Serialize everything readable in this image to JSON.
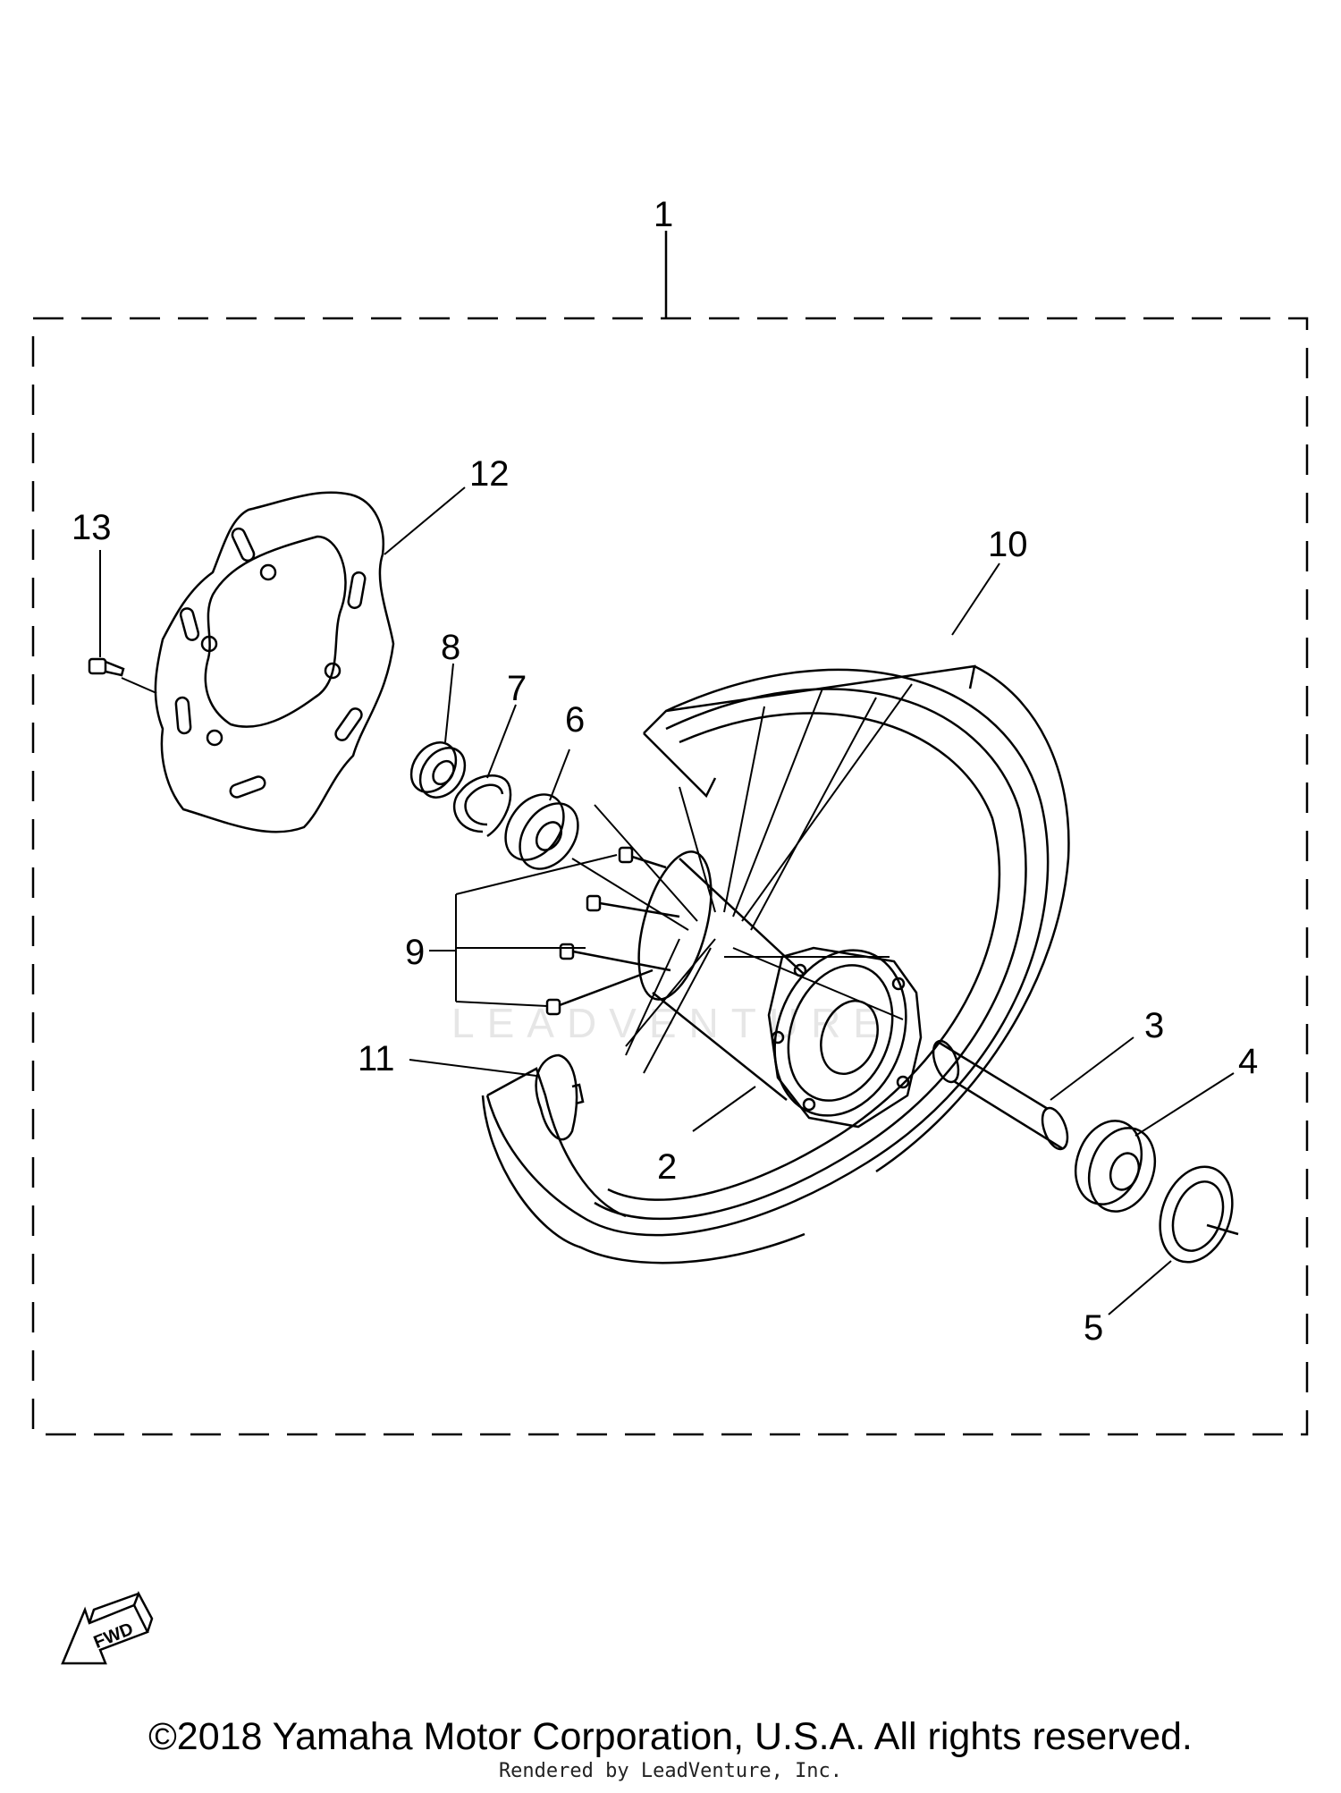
{
  "diagram": {
    "callouts": {
      "c1": "1",
      "c2": "2",
      "c3": "3",
      "c4": "4",
      "c5": "5",
      "c6": "6",
      "c7": "7",
      "c8": "8",
      "c9": "9",
      "c10": "10",
      "c11": "11",
      "c12": "12",
      "c13": "13"
    },
    "fwd_label": "FWD",
    "watermark": "LEADVENTURE"
  },
  "footer": {
    "copyright": "©2018 Yamaha Motor Corporation, U.S.A. All rights reserved.",
    "render_credit": "Rendered by LeadVenture, Inc."
  }
}
